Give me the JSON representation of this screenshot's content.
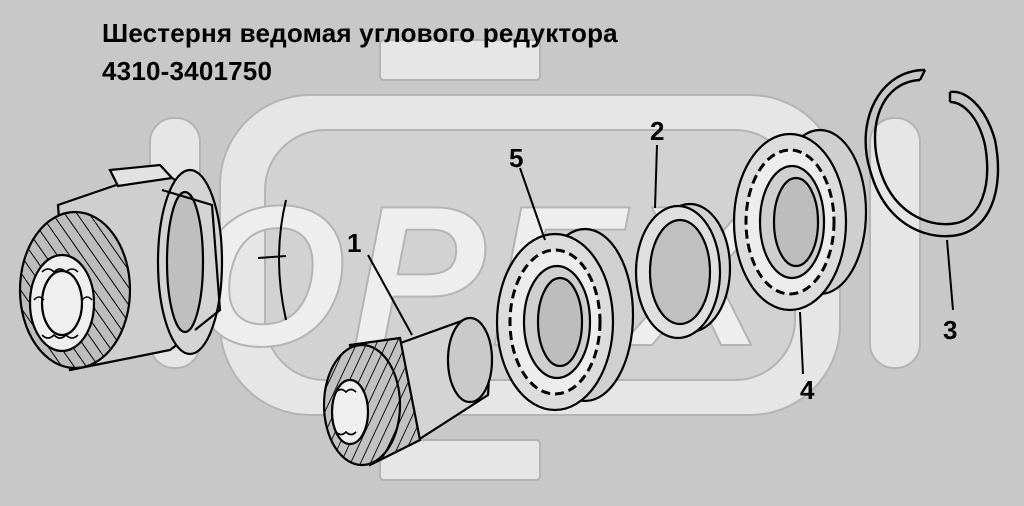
{
  "title": {
    "line1": "Шестерня ведомая углового редуктора",
    "line2": "4310-3401750"
  },
  "watermark": {
    "text": "OPEX",
    "color": "#e6e6e6"
  },
  "callouts": [
    {
      "label": "1",
      "part": "driven-bevel-gear"
    },
    {
      "label": "2",
      "part": "spacer-ring"
    },
    {
      "label": "3",
      "part": "retaining-snap-ring"
    },
    {
      "label": "4",
      "part": "ball-bearing"
    },
    {
      "label": "5",
      "part": "ball-bearing"
    }
  ],
  "colors": {
    "background": "#c8c8c8",
    "part_fill": "#d8d8d8",
    "part_shade": "#a9a9a9",
    "ink": "#000000"
  }
}
